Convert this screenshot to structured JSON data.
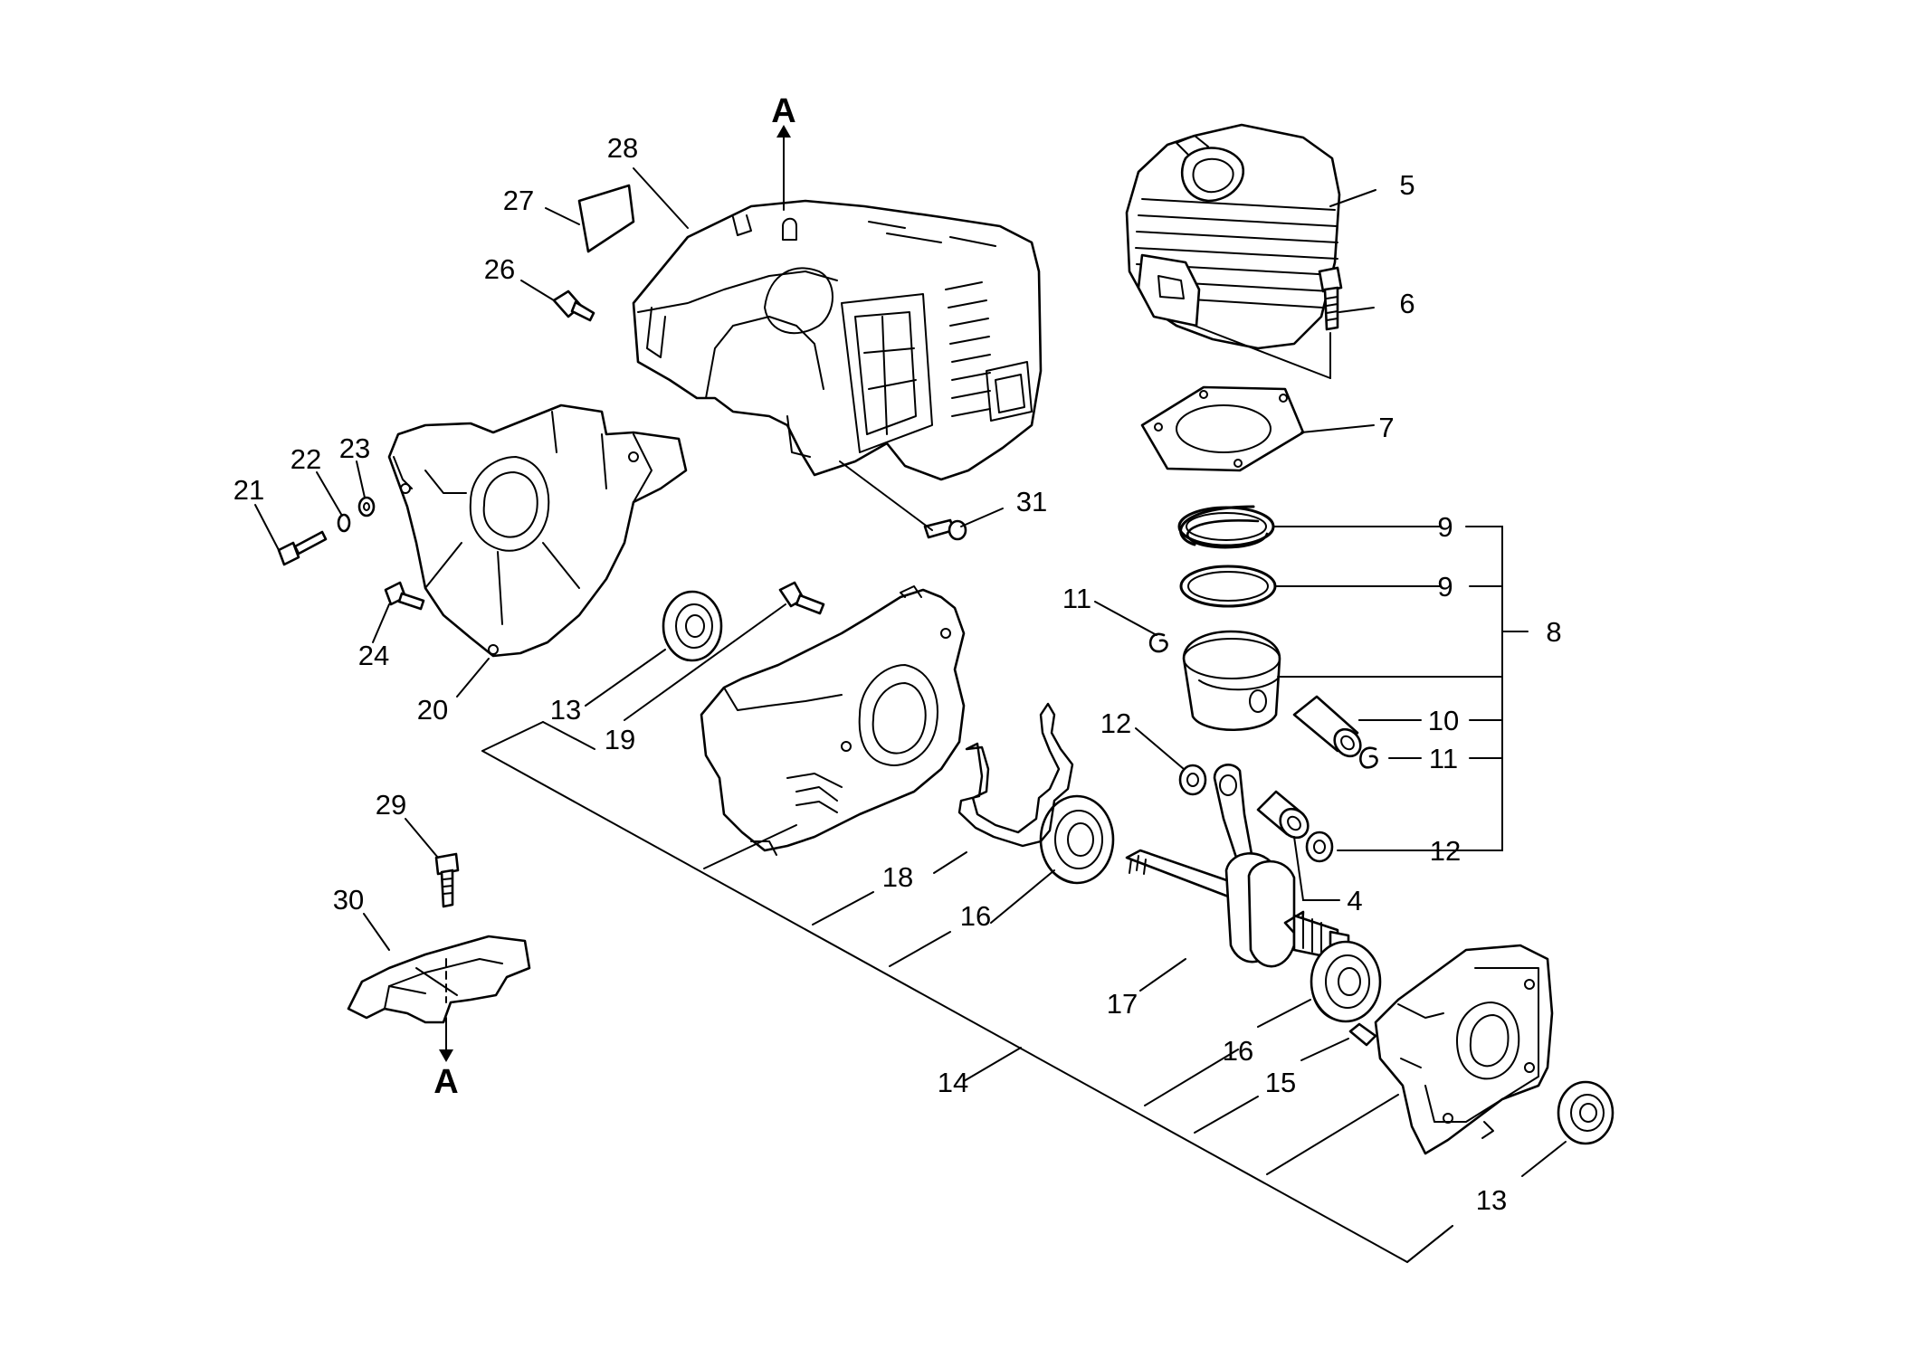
{
  "labels": {
    "a_top": "A",
    "a_bottom": "A",
    "n4": "4",
    "n5": "5",
    "n6": "6",
    "n7": "7",
    "n8": "8",
    "n9a": "9",
    "n9b": "9",
    "n10": "10",
    "n11a": "11",
    "n11b": "11",
    "n12a": "12",
    "n12b": "12",
    "n13a": "13",
    "n13b": "13",
    "n14": "14",
    "n15": "15",
    "n16a": "16",
    "n16b": "16",
    "n17": "17",
    "n18": "18",
    "n19": "19",
    "n20": "20",
    "n21": "21",
    "n22": "22",
    "n23": "23",
    "n24": "24",
    "n26": "26",
    "n27": "27",
    "n28": "28",
    "n29": "29",
    "n30": "30",
    "n31": "31"
  }
}
